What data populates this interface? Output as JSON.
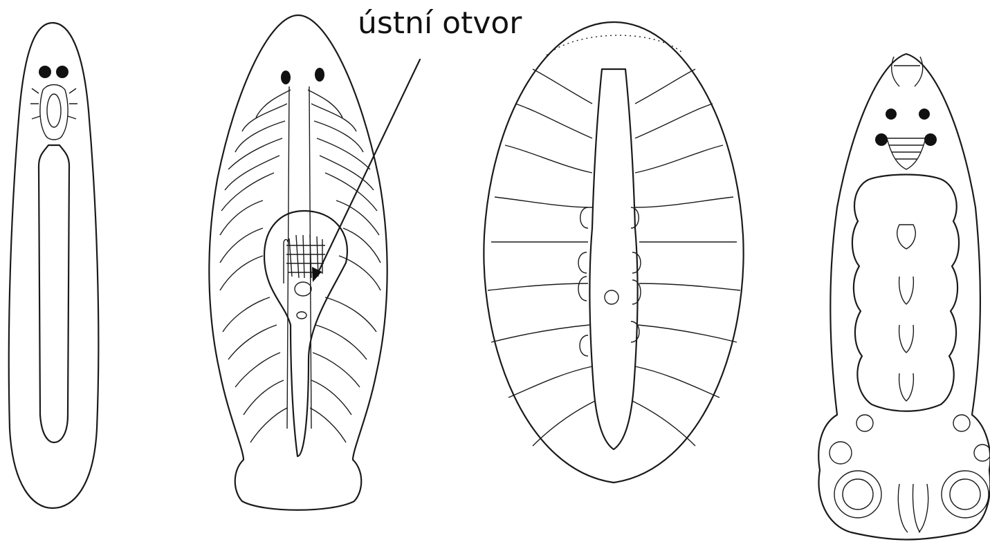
{
  "annotation": {
    "label": "ústní otvor"
  },
  "figures": [
    {
      "name": "flatworm-1"
    },
    {
      "name": "flatworm-2"
    },
    {
      "name": "flatworm-3"
    },
    {
      "name": "flatworm-4"
    }
  ],
  "colors": {
    "ink": "#1a1a1a",
    "background": "#ffffff"
  }
}
